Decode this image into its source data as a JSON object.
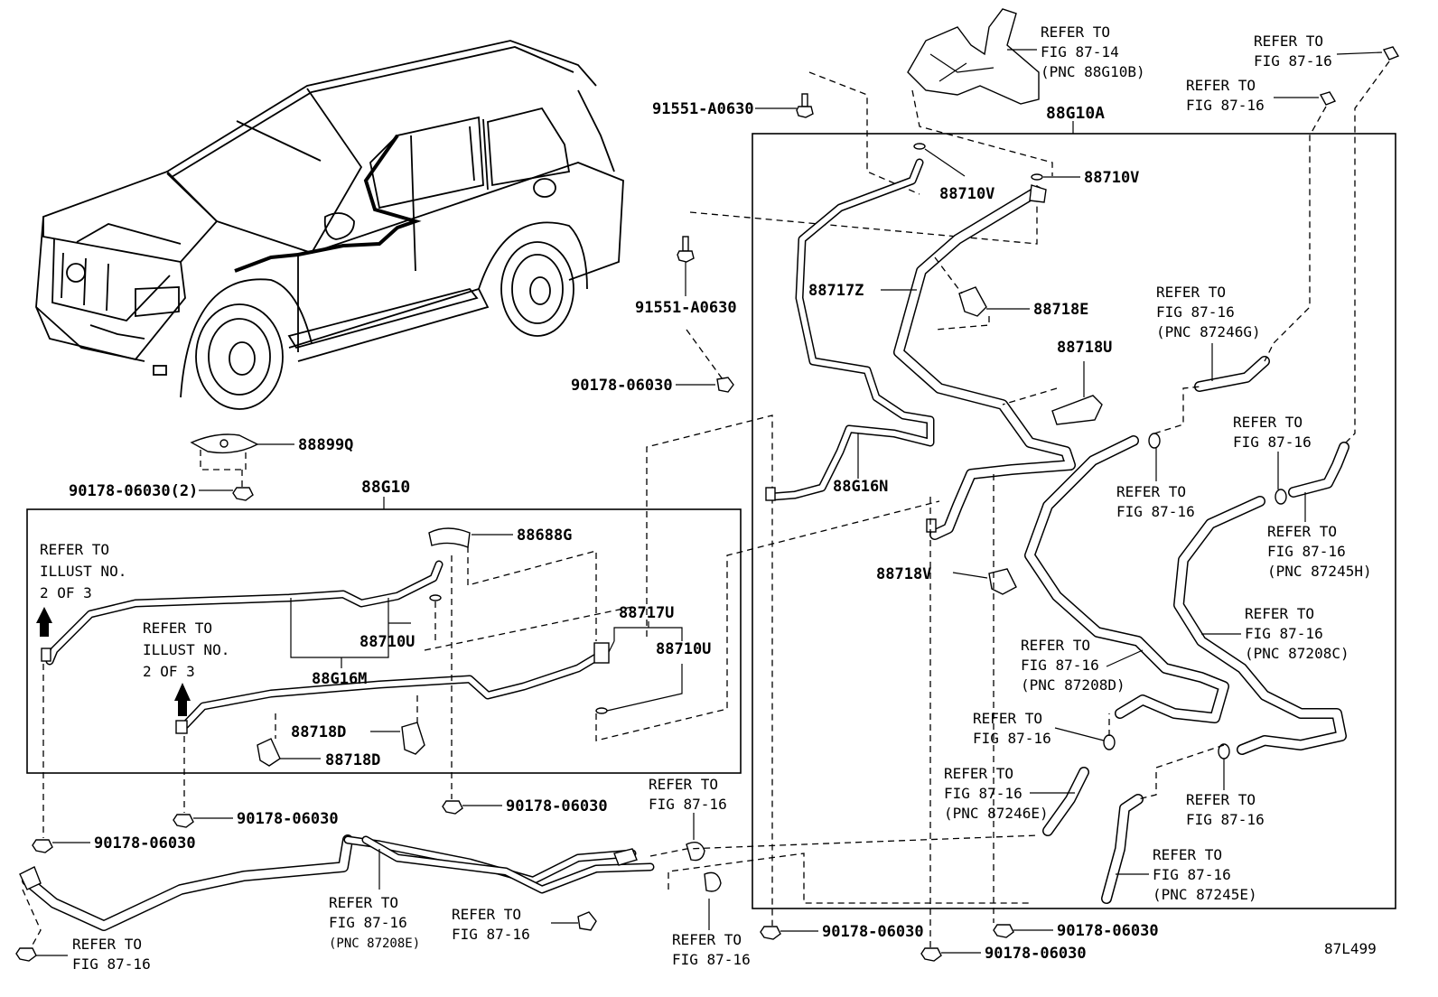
{
  "diagram_id": "87L499",
  "groups": {
    "g1": "88G10",
    "g2": "88G10A"
  },
  "labels": {
    "p88899Q": "88899Q",
    "n90178_2": "90178-06030(2)",
    "b91551_top": "91551-A0630",
    "b91551_mid": "91551-A0630",
    "n90178_mid": "90178-06030",
    "p88688G": "88688G",
    "p88710U_a": "88710U",
    "p88717U": "88717U",
    "p88710U_b": "88710U",
    "p88G16M": "88G16M",
    "p88718D_a": "88718D",
    "p88718D_b": "88718D",
    "p88710V_a": "88710V",
    "p88710V_b": "88710V",
    "p88717Z": "88717Z",
    "p88718E": "88718E",
    "p88718U": "88718U",
    "p88G16N": "88G16N",
    "p88718V": "88718V",
    "n_bl1": "90178-06030",
    "n_bl2": "90178-06030",
    "n_bl3": "90178-06030",
    "n_b1": "90178-06030",
    "n_b2": "90178-06030",
    "n_b3": "90178-06030"
  },
  "refs": {
    "illust1": [
      "REFER TO",
      "ILLUST NO.",
      "2 OF 3"
    ],
    "illust2": [
      "REFER TO",
      "ILLUST NO.",
      "2 OF 3"
    ],
    "r_top": [
      "REFER TO",
      "FIG 87-14",
      "(PNC 88G10B)"
    ],
    "r_tr1": [
      "REFER TO",
      "FIG 87-16"
    ],
    "r_tr2": [
      "REFER TO",
      "FIG 87-16"
    ],
    "r_246g": [
      "REFER TO",
      "FIG 87-16",
      "(PNC 87246G)"
    ],
    "r_mid1": [
      "REFER TO",
      "FIG 87-16"
    ],
    "r_mid2": [
      "REFER TO",
      "FIG 87-16"
    ],
    "r_245h": [
      "REFER TO",
      "FIG 87-16",
      "(PNC 87245H)"
    ],
    "r_208c": [
      "REFER TO",
      "FIG 87-16",
      "(PNC 87208C)"
    ],
    "r_208d": [
      "REFER TO",
      "FIG 87-16",
      "(PNC 87208D)"
    ],
    "r_l1": [
      "REFER TO",
      "FIG 87-16"
    ],
    "r_246e": [
      "REFER TO",
      "FIG 87-16",
      "(PNC 87246E)"
    ],
    "r_r16": [
      "REFER TO",
      "FIG 87-16"
    ],
    "r_245e": [
      "REFER TO",
      "FIG 87-16",
      "(PNC 87245E)"
    ],
    "r_bc": [
      "REFER TO",
      "FIG 87-16"
    ],
    "r_208e": [
      "REFER TO",
      "FIG 87-16",
      "(PNC 87208E)"
    ],
    "r_b2": [
      "REFER TO",
      "FIG 87-16"
    ],
    "r_b3": [
      "REFER TO",
      "FIG 87-16"
    ],
    "r_bl": [
      "REFER TO",
      "FIG 87-16"
    ]
  }
}
